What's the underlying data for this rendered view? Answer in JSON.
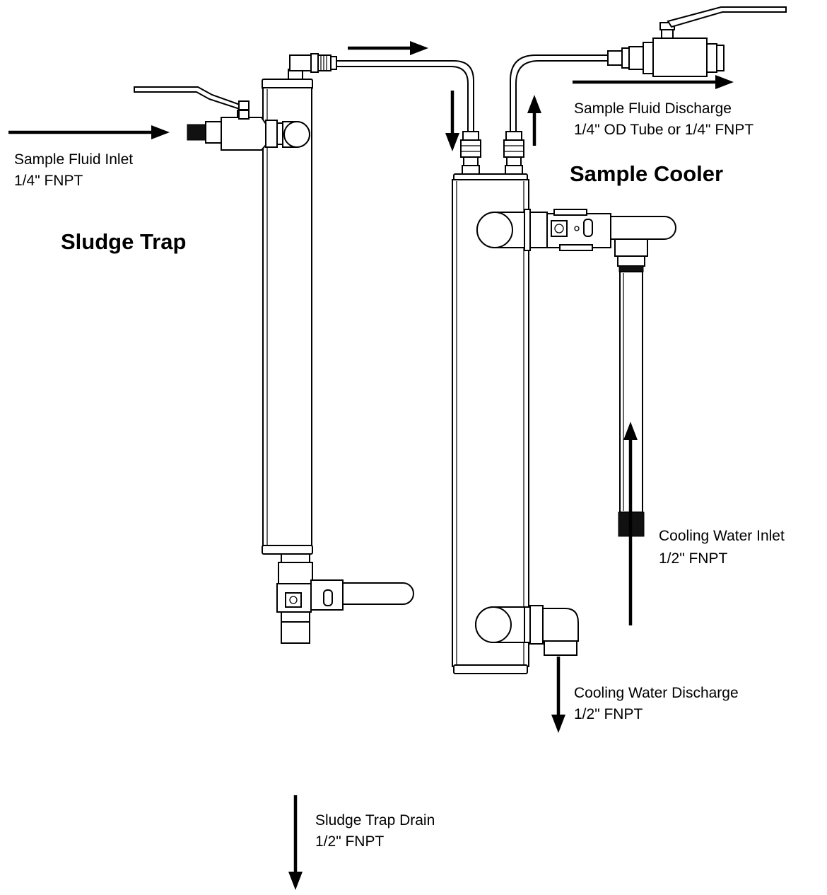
{
  "titles": {
    "sludge_trap": "Sludge Trap",
    "sample_cooler": "Sample Cooler"
  },
  "labels": {
    "sample_inlet": [
      "Sample Fluid Inlet",
      "1/4\" FNPT"
    ],
    "sample_discharge": [
      "Sample Fluid Discharge",
      "1/4\" OD Tube or 1/4\" FNPT"
    ],
    "cooling_inlet": [
      "Cooling Water Inlet",
      "1/2\" FNPT"
    ],
    "cooling_discharge": [
      "Cooling Water Discharge",
      "1/2\" FNPT"
    ],
    "trap_drain": [
      "Sludge Trap Drain",
      "1/2\" FNPT"
    ]
  }
}
